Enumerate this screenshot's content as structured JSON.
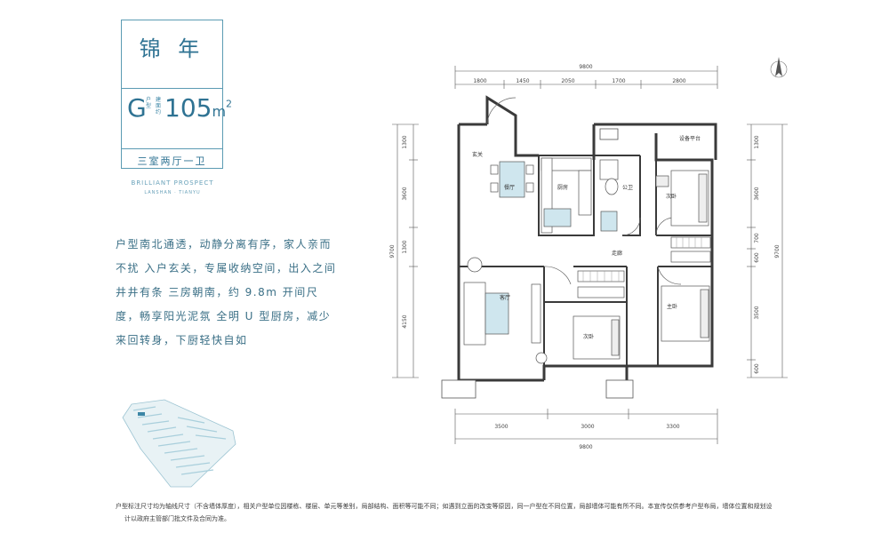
{
  "card": {
    "title": "锦 年",
    "type_letter": "G",
    "type_caption": "户型",
    "area_caption": "建面约",
    "area_value": "105",
    "area_unit": "m",
    "area_sup": "2",
    "layout_desc": "三室两厅一卫"
  },
  "brand": {
    "name": "BRILLIANT PROSPECT",
    "sub": "LANSHAN · TIANYU"
  },
  "description": "户型南北通透，动静分离有序，家人亲而不扰 入户玄关，专属收纳空间，出入之间井井有条 三房朝南，约 9.8m 开间尺度，畅享阳光泥氛 全明 U 型厨房，减少来回转身，下厨轻快自如",
  "dimensions": {
    "top_total": "9800",
    "top_segments": [
      "1800",
      "1450",
      "2050",
      "1700",
      "2800"
    ],
    "bottom_segments": [
      "3500",
      "3000",
      "3300"
    ],
    "bottom_total": "9800",
    "left_segments": [
      "1300",
      "3600",
      "1300",
      "4150"
    ],
    "left_total": "9700",
    "right_segments": [
      "1300",
      "3600",
      "700",
      "600",
      "3500",
      "600"
    ],
    "right_total": "9700"
  },
  "rooms": {
    "foyer": "玄关",
    "dining": "餐厅",
    "kitchen": "厨房",
    "bathroom": "公卫",
    "equipment_platform": "设备平台",
    "secondary_bedroom_1": "次卧",
    "corridor": "走廊",
    "living_room": "客厅",
    "master_bedroom": "主卧",
    "secondary_bedroom_2": "次卧"
  },
  "footer": {
    "line1": "户型标注尺寸均为轴线尺寸（不含墙体厚度），相关户型单位因楼栋、楼层、单元等差别，局部结构、面积等可能不同；如遇到立面的改变等原因，同一户型在不同位置，局部墙体可能有所不同。本宣传仅供参考户型布局，墙体位置和规划设",
    "line2": "计以政府主管部门批文件及合同为准。"
  },
  "colors": {
    "accent": "#2f7393",
    "wall": "#3a3a3a",
    "dim": "#555555",
    "blue_fill": "#cfe6ee"
  }
}
